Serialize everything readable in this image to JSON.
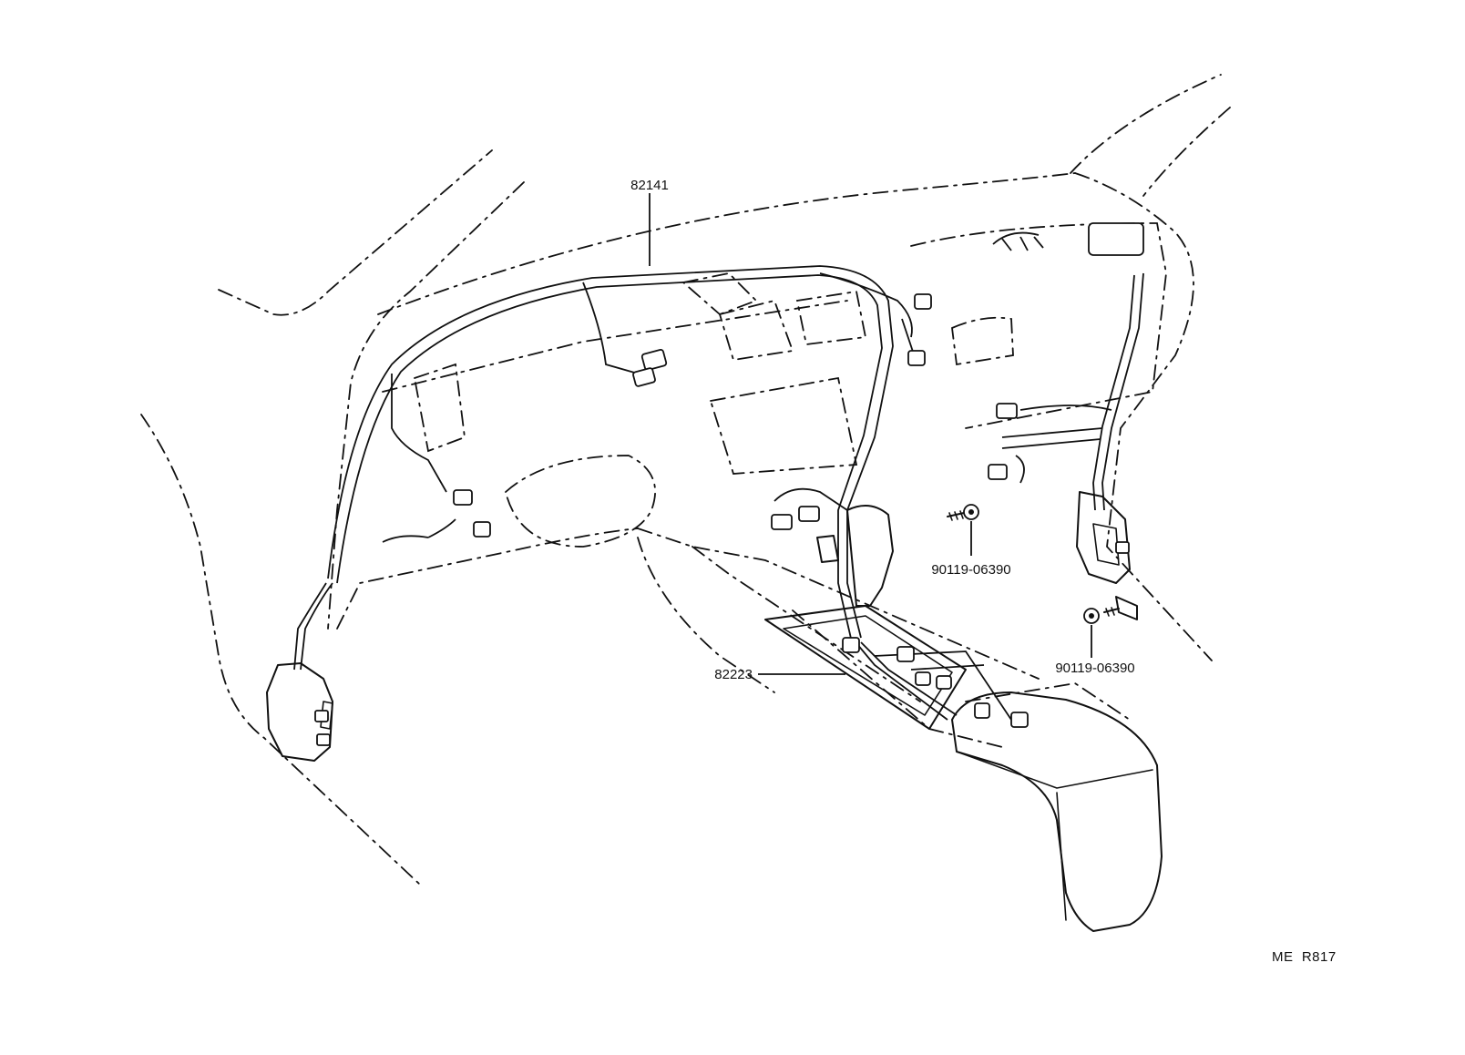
{
  "callouts": {
    "harness_upper": "82141",
    "harness_console": "82223",
    "bolt_center": "90119-06390",
    "bolt_right": "90119-06390"
  },
  "figure_code": "ME  R817"
}
